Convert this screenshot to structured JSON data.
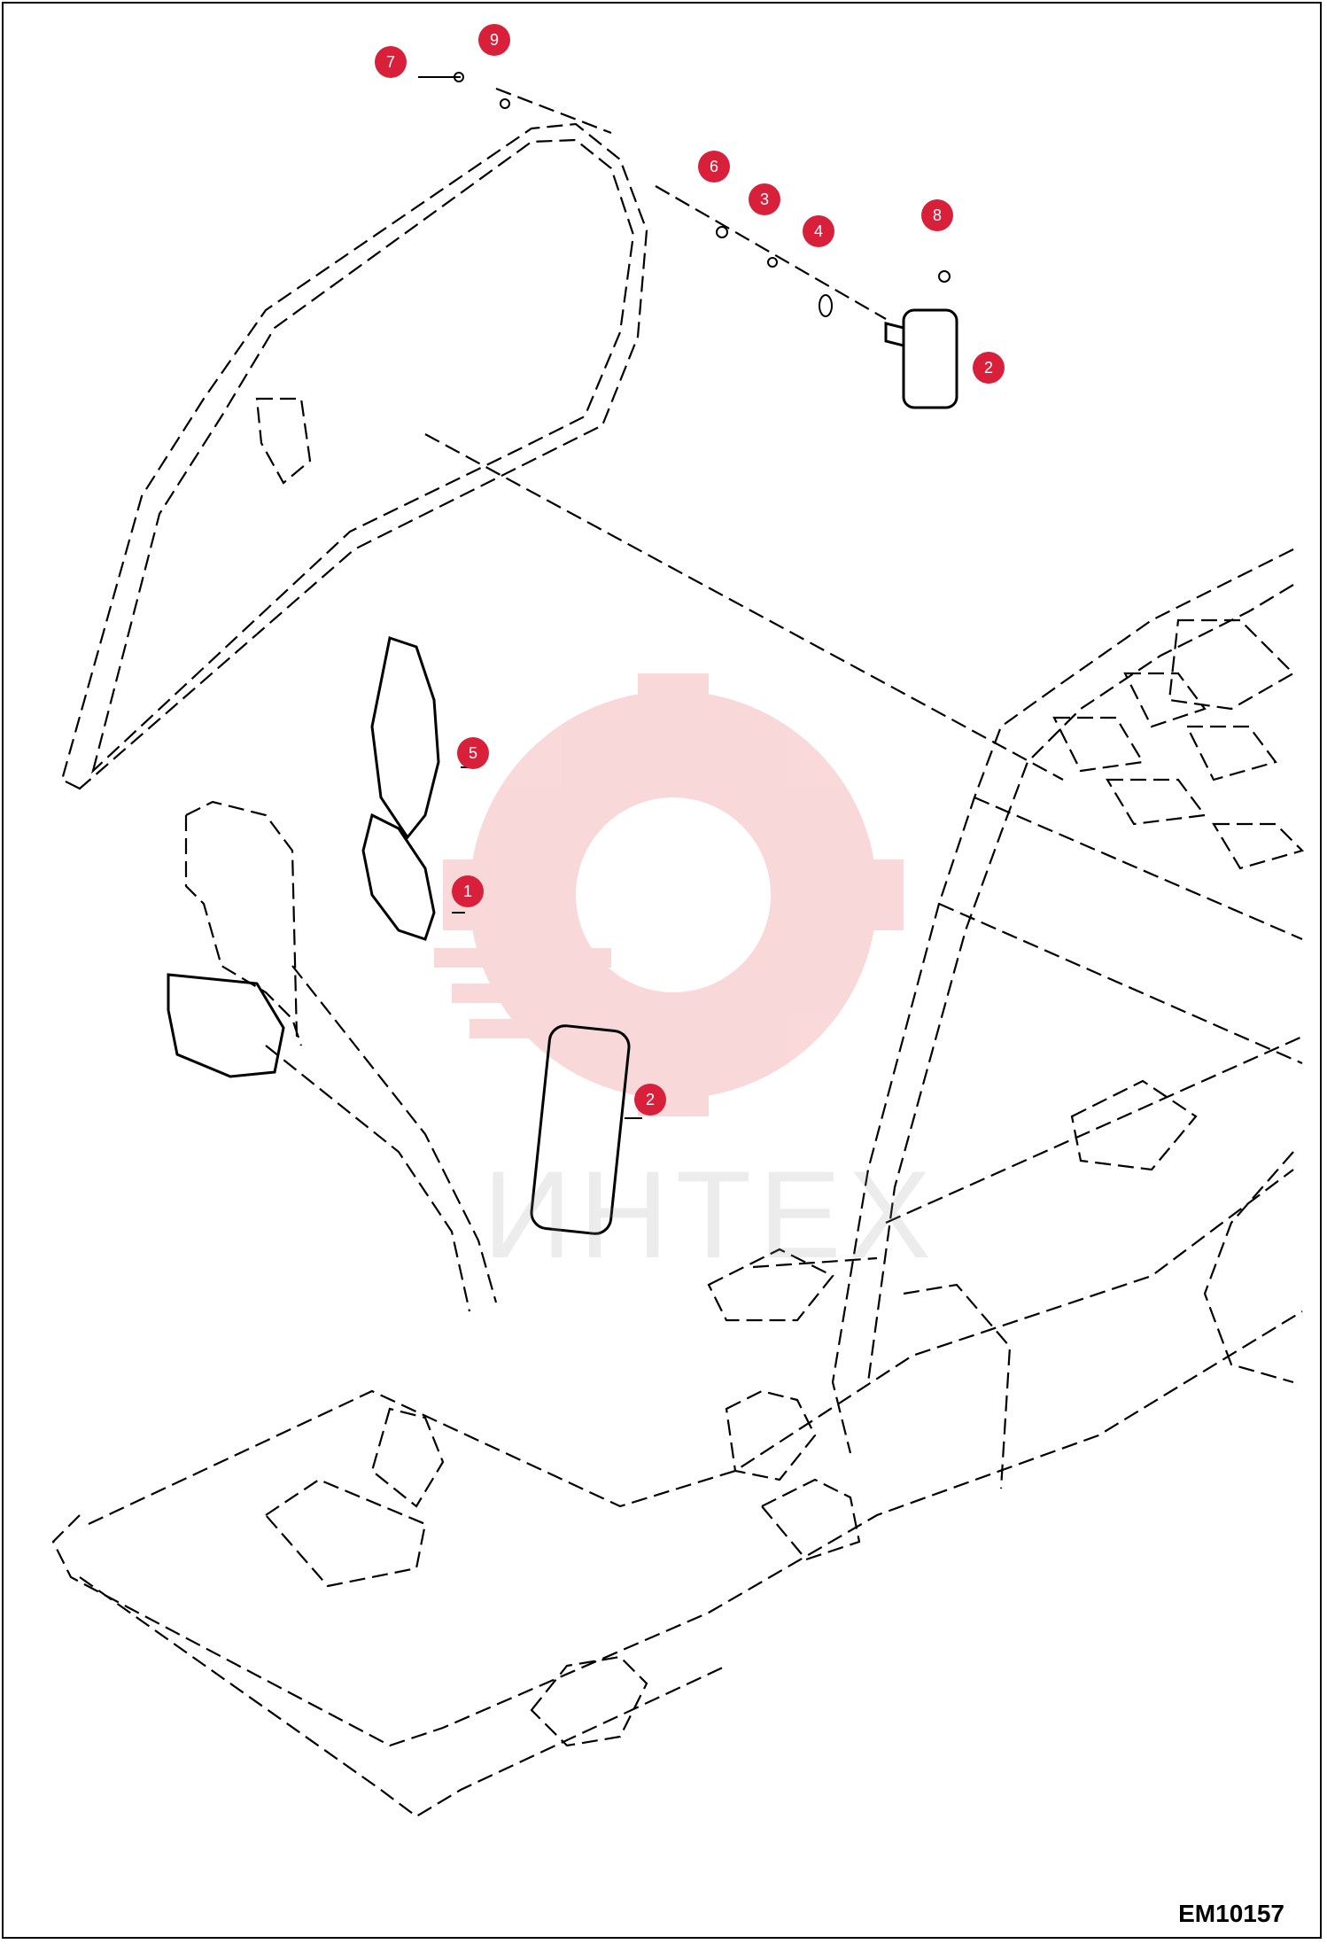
{
  "diagram": {
    "code": "EM10157",
    "watermark_text": "ИНТЕХ",
    "accent_color": "#d8203a",
    "callouts": [
      {
        "id": "callout-7",
        "label": "7"
      },
      {
        "id": "callout-9",
        "label": "9"
      },
      {
        "id": "callout-6",
        "label": "6"
      },
      {
        "id": "callout-3",
        "label": "3"
      },
      {
        "id": "callout-4",
        "label": "4"
      },
      {
        "id": "callout-8",
        "label": "8"
      },
      {
        "id": "callout-2-top",
        "label": "2"
      },
      {
        "id": "callout-5",
        "label": "5"
      },
      {
        "id": "callout-1",
        "label": "1"
      },
      {
        "id": "callout-2-bottom",
        "label": "2"
      }
    ]
  }
}
